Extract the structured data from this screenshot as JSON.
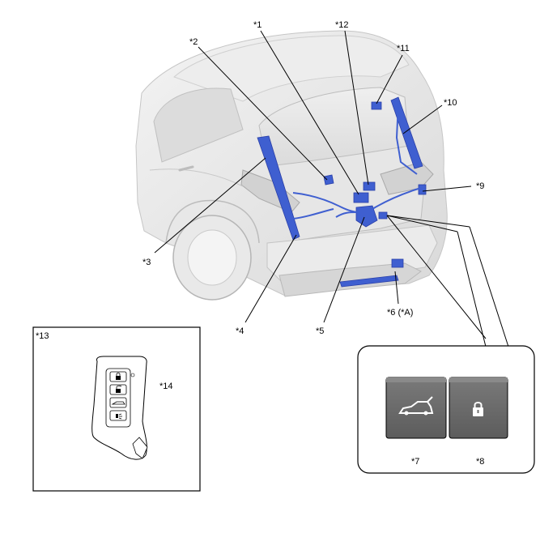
{
  "callouts": {
    "c1": "*1",
    "c2": "*2",
    "c3": "*3",
    "c4": "*4",
    "c5": "*5",
    "c6": "*6 (*A)",
    "c7": "*7",
    "c8": "*8",
    "c9": "*9",
    "c10": "*10",
    "c11": "*11",
    "c12": "*12",
    "c13": "*13",
    "c14": "*14"
  },
  "colors": {
    "component": "#3f5fd0",
    "component_dark": "#2a3fa8",
    "vehicle_shade": "#e4e4e4",
    "button_fill": "#6e6e6e",
    "button_dark": "#4a4a4a"
  },
  "icons": {
    "btn7": "liftgate-icon",
    "btn8": "lock-icon"
  }
}
